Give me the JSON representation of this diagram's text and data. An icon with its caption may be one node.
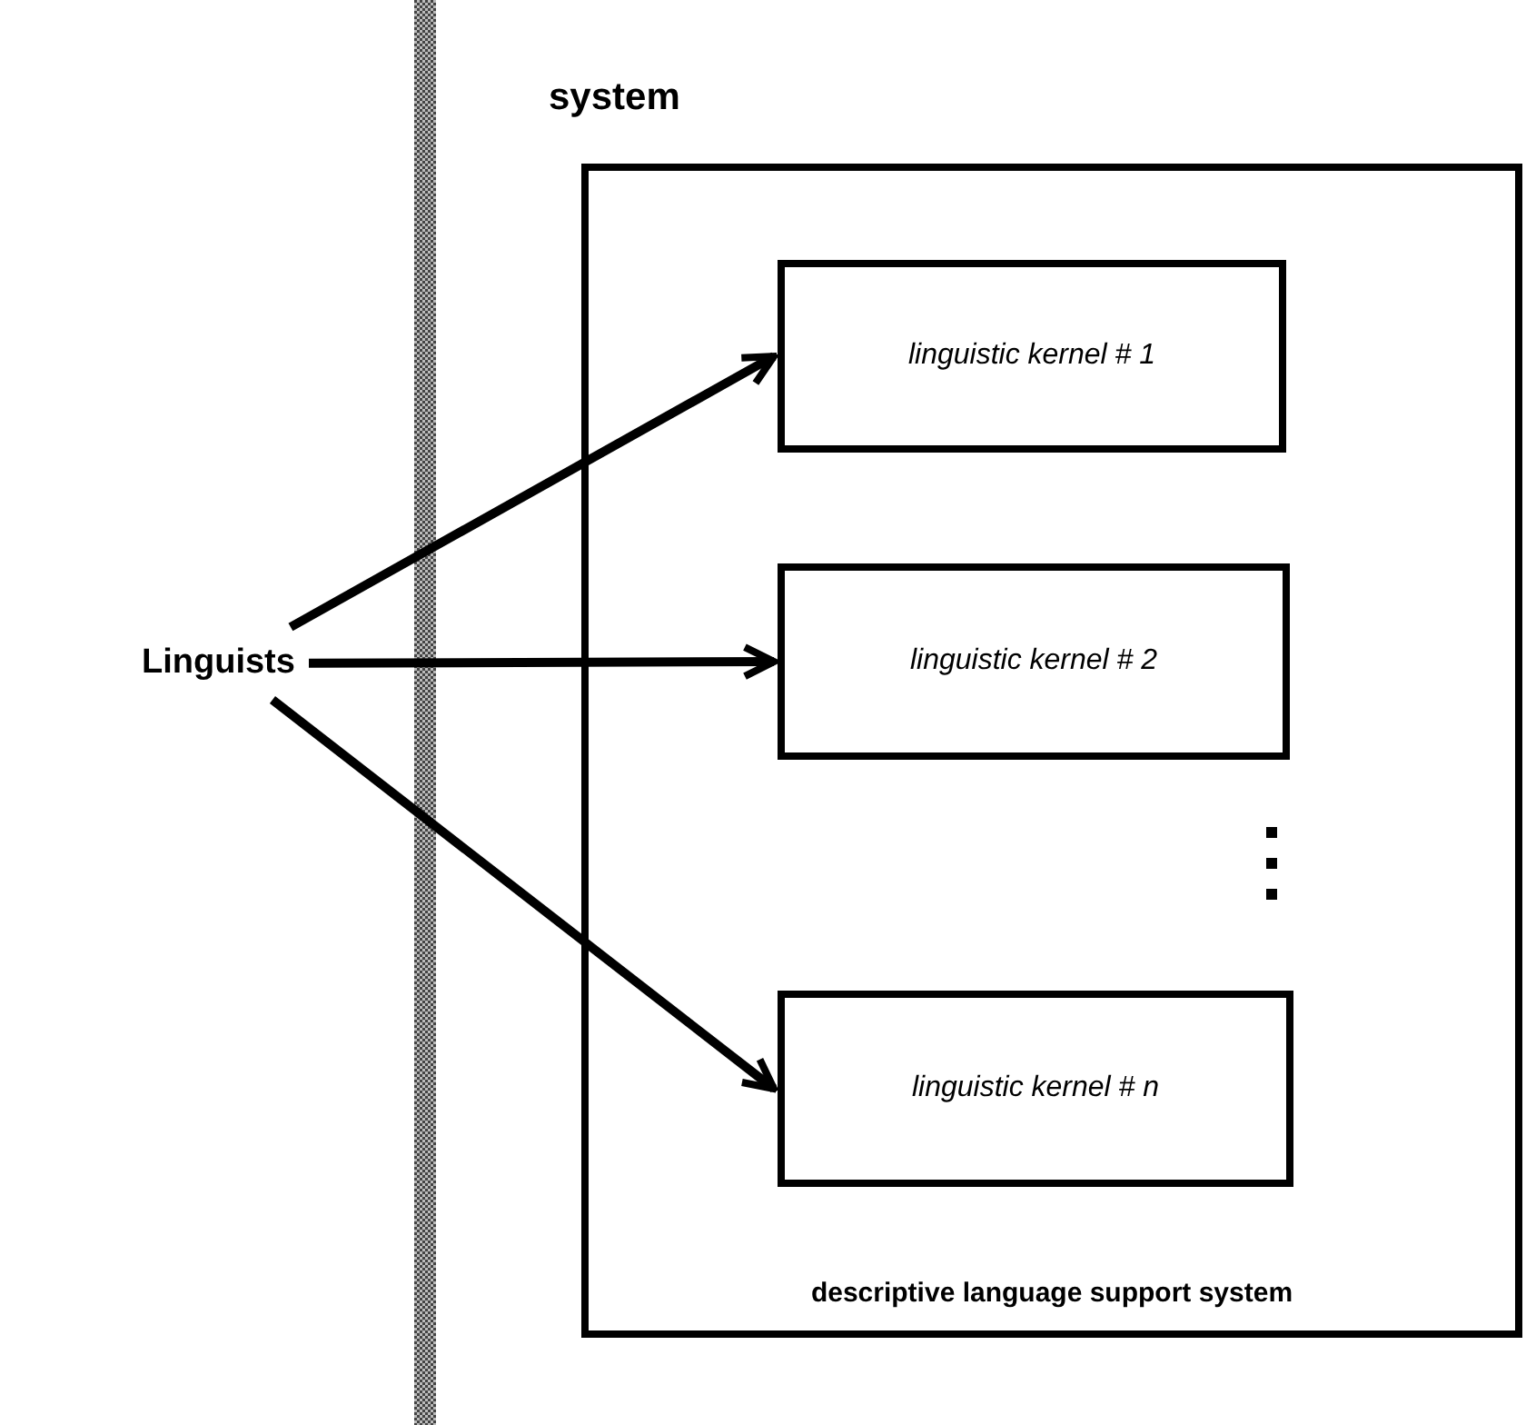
{
  "diagram": {
    "nodes": [
      {
        "text": [
          "system",
          "descriptive language support system"
        ]
      },
      {
        "text": [
          "linguistic kernel # 1"
        ],
        "in": 0
      },
      {
        "text": [
          "linguistic kernel # 2"
        ],
        "in": 0
      },
      {
        "text": [
          "linguistic kernel # n"
        ],
        "in": 0
      },
      {
        "text": [
          "Linguists"
        ]
      }
    ],
    "edges": [
      {
        "from": 4,
        "to": 1,
        "arrow": "to"
      },
      {
        "from": 4,
        "to": 2,
        "arrow": "to"
      },
      {
        "from": 4,
        "to": 3,
        "arrow": "to"
      }
    ]
  }
}
